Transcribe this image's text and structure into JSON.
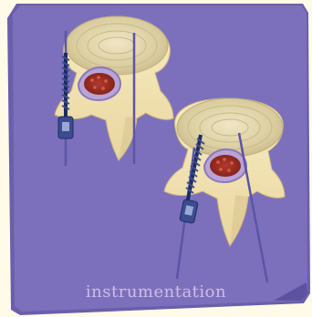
{
  "caption": "instrumentation",
  "colors": {
    "page": "#fffbe8",
    "note": "#7c70bd",
    "bone": "#f4e6b5",
    "bone_shade": "#d7c08a",
    "disc": "#e6dbb4",
    "cord": "#9a2d23",
    "rod": "#5d54a6",
    "screw": "#1e2b63",
    "screw_head": "#3b4d8f"
  },
  "icons": [
    "vertebra-left",
    "vertebra-right",
    "pedicle-screw",
    "guide-rod"
  ]
}
